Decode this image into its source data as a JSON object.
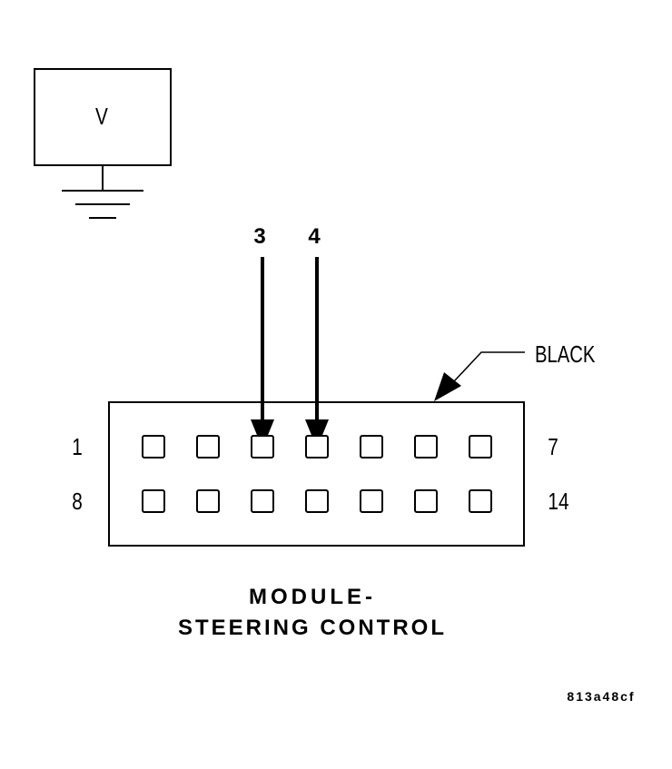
{
  "meter": {
    "symbol": "V"
  },
  "probes": [
    {
      "label": "3"
    },
    {
      "label": "4"
    }
  ],
  "connector": {
    "color_label": "BLACK",
    "row1_start": "1",
    "row1_end": "7",
    "row2_start": "8",
    "row2_end": "14",
    "pins_per_row": 7
  },
  "title": {
    "line1": "MODULE-",
    "line2": "STEERING CONTROL"
  },
  "figure_id": "813a48cf"
}
